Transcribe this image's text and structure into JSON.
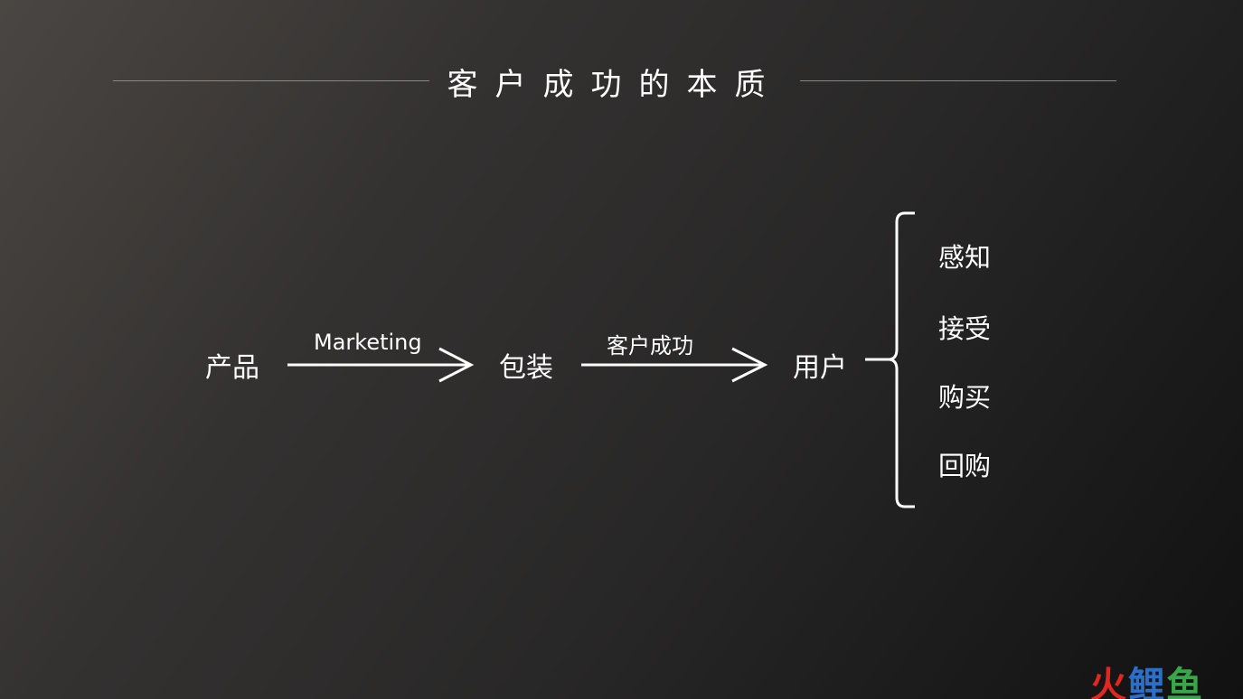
{
  "title": "客户成功的本质",
  "flow": {
    "nodes": [
      "产品",
      "包装",
      "用户"
    ],
    "edge_labels": [
      "Marketing",
      "客户成功"
    ]
  },
  "outcomes": [
    "感知",
    "接受",
    "购买",
    "回购"
  ],
  "watermark": {
    "chars": [
      "火",
      "鲤",
      "鱼"
    ],
    "colors": [
      "#e0281e",
      "#2a6fc9",
      "#3aa64a"
    ]
  },
  "colors": {
    "text": "#ffffff",
    "rule": "#8a8886",
    "background_start": "#4a4643",
    "background_end": "#111111"
  }
}
